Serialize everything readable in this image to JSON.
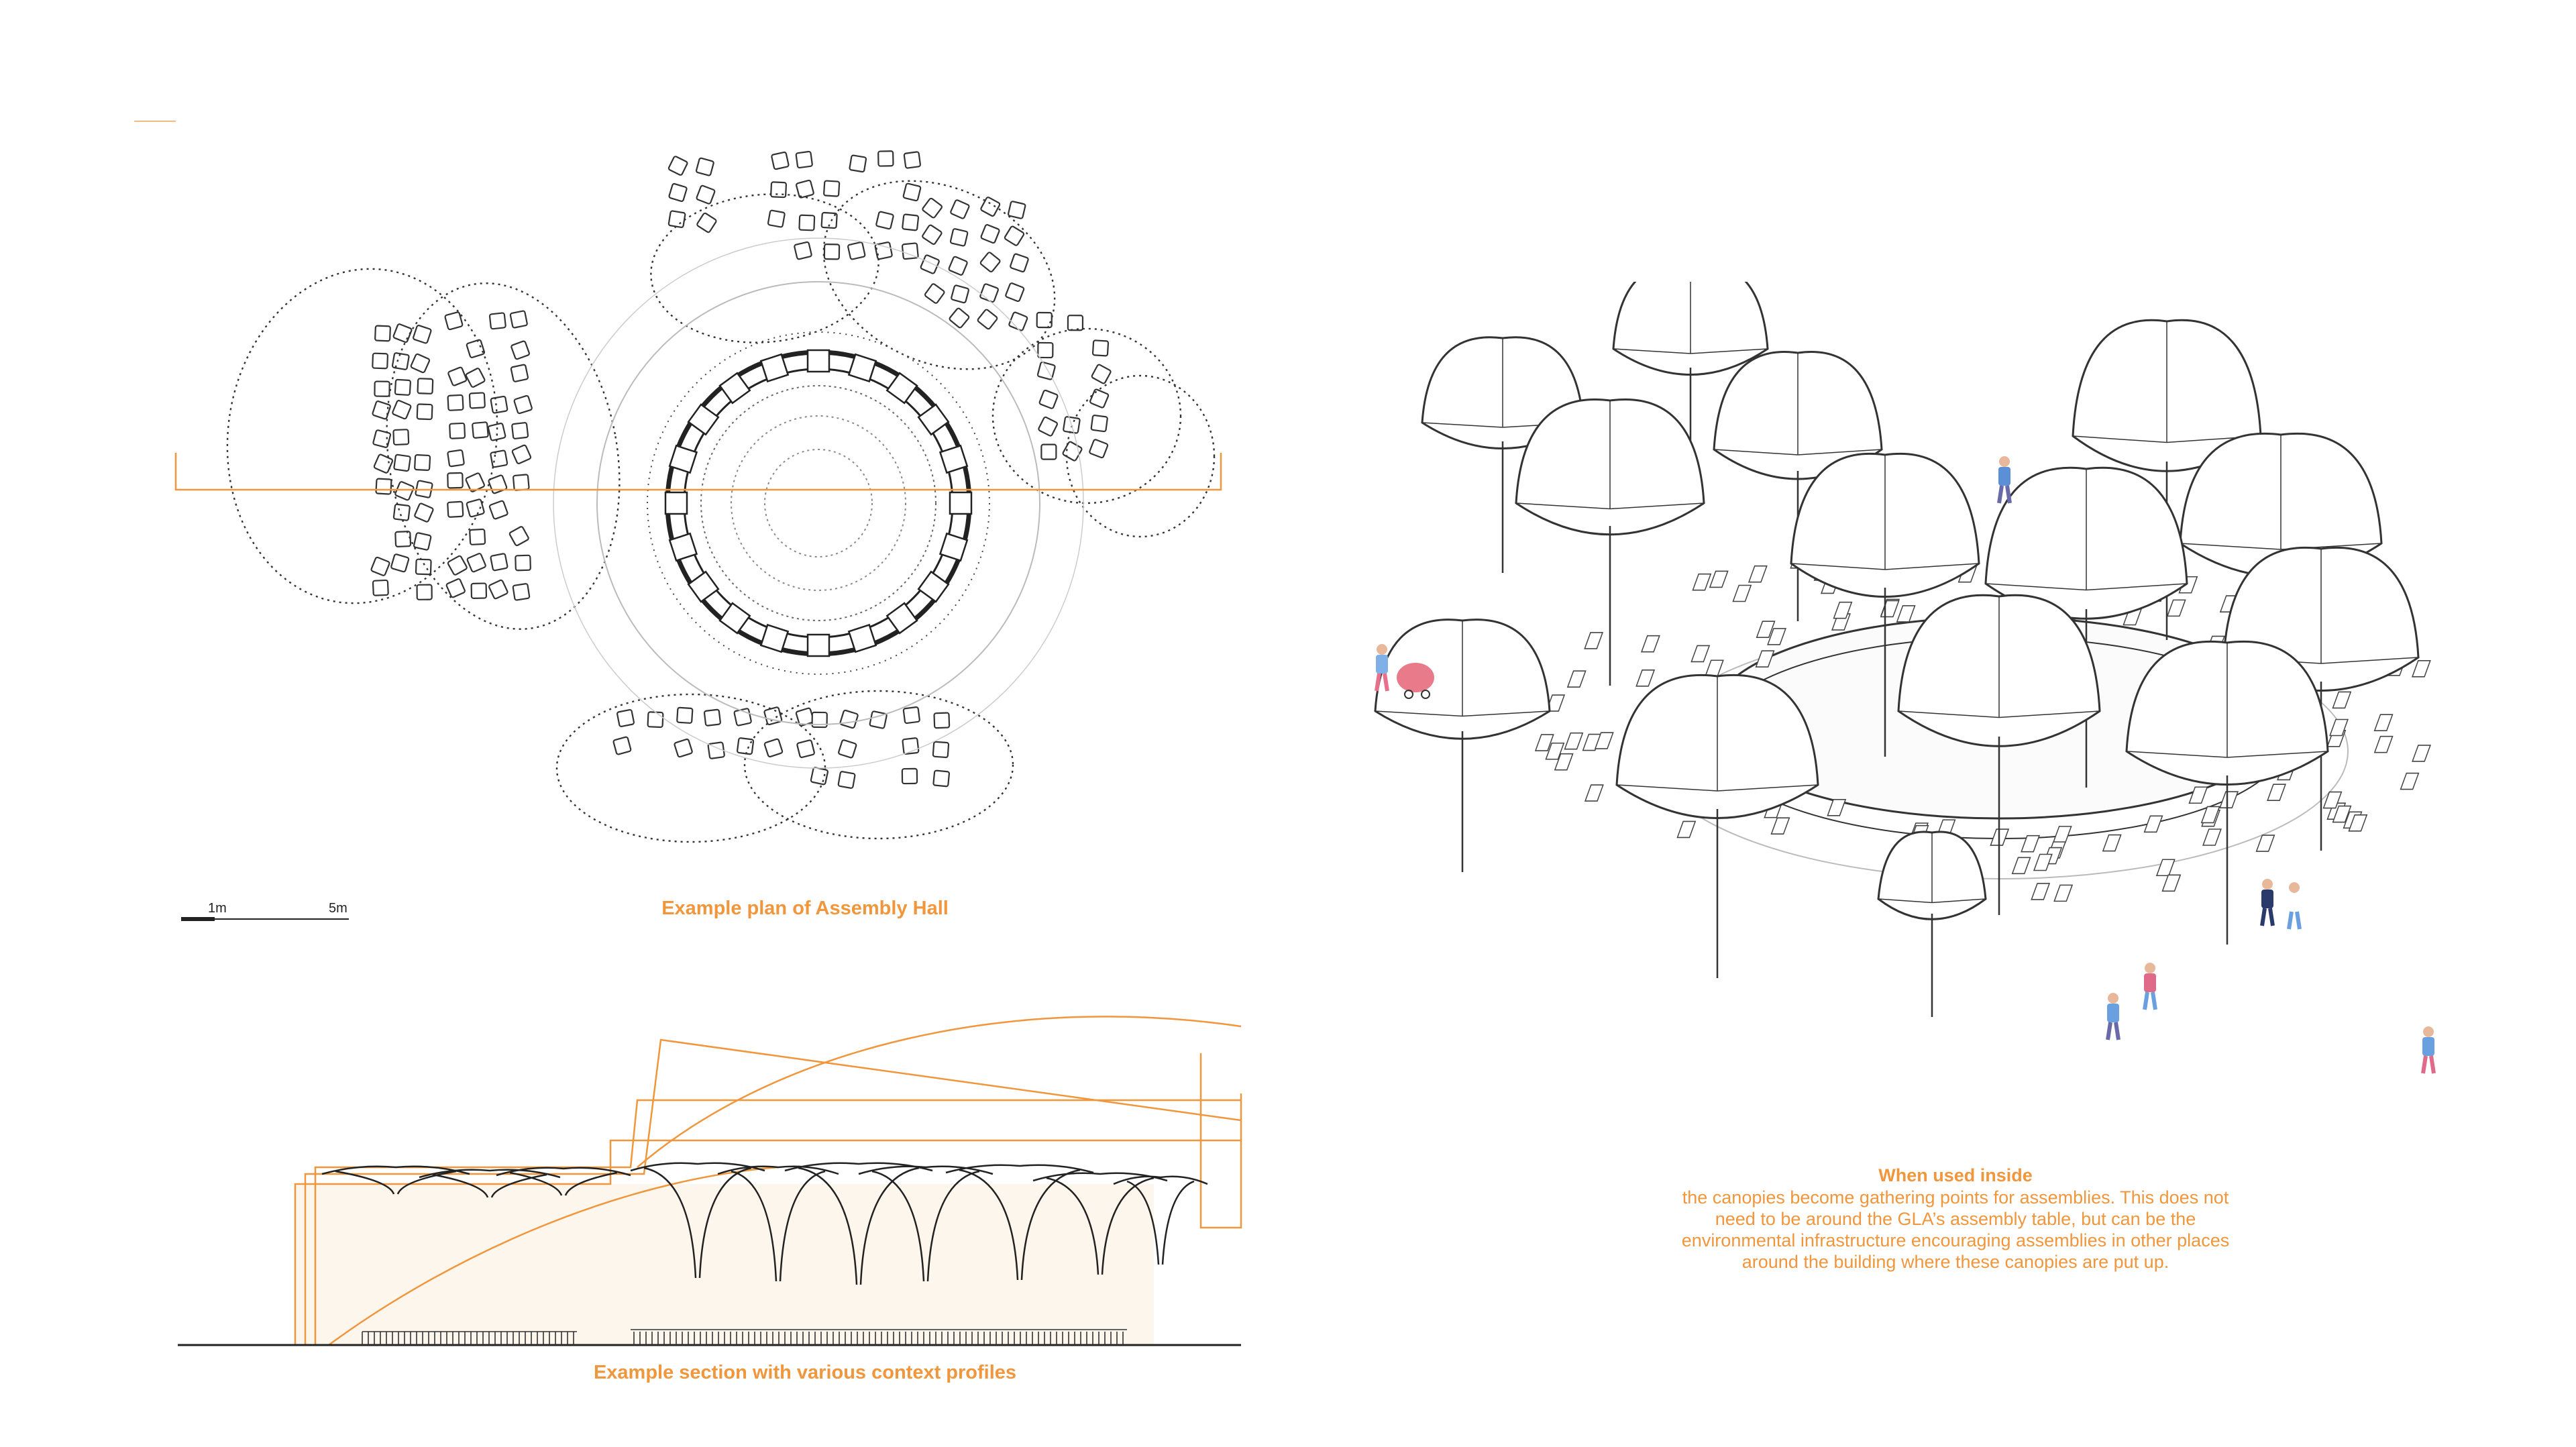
{
  "plan": {
    "caption": "Example plan of Assembly Hall",
    "scale_labels": [
      "1m",
      "5m"
    ]
  },
  "section": {
    "caption": "Example section with various context profiles"
  },
  "axonometric": {
    "title": "When used inside",
    "body_lines": [
      "the canopies become gathering points for assemblies. This does not",
      "need to be around the GLA’s assembly table, but can be the",
      "environmental infrastructure encouraging assemblies in other places",
      "around the building where these canopies are put up."
    ]
  },
  "colors": {
    "accent": "#f0963c",
    "line": "#333333",
    "section_fill": "#fdf6ec"
  }
}
